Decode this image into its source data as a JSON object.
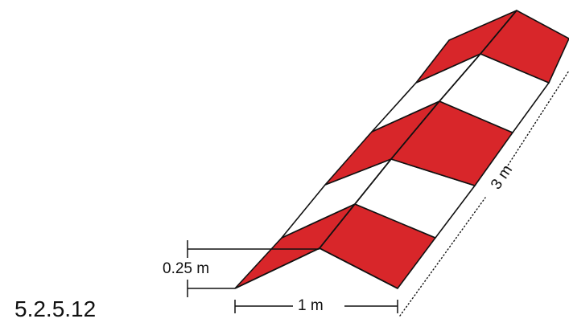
{
  "figure": {
    "number": "5.2.5.12"
  },
  "dimensions": {
    "height": "0.25 m",
    "width": "1 m",
    "length": "3 m"
  },
  "colors": {
    "stripe_red": "#d8262a",
    "stripe_white": "#ffffff",
    "outline": "#111111"
  }
}
